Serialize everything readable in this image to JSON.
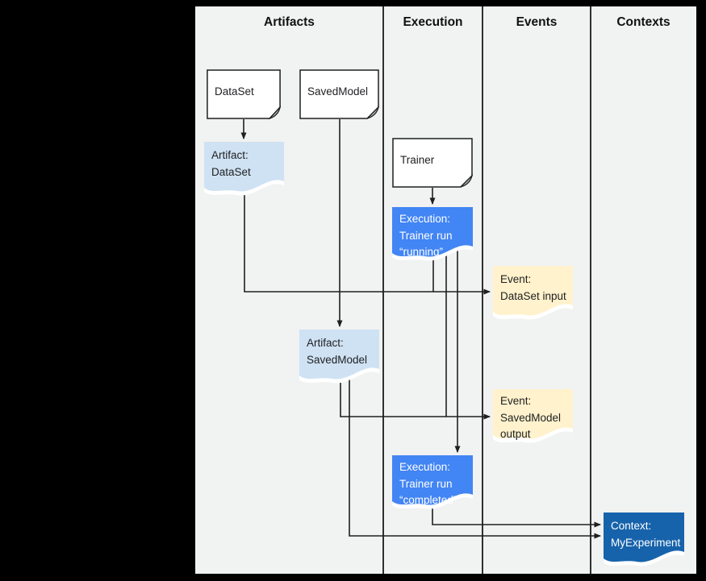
{
  "header": {
    "columns": [
      "Artifacts",
      "Execution",
      "Events",
      "Contexts"
    ]
  },
  "nodes": {
    "dataset": {
      "label": "DataSet",
      "type": "source-document"
    },
    "savedmodel": {
      "label": "SavedModel",
      "type": "source-document"
    },
    "trainer": {
      "label": "Trainer",
      "type": "source-document"
    },
    "artifact_dataset": {
      "lines": [
        "Artifact:",
        "DataSet"
      ],
      "type": "artifact"
    },
    "execution_running": {
      "lines": [
        "Execution:",
        "Trainer run",
        "“running”"
      ],
      "type": "execution"
    },
    "event_dataset_input": {
      "lines": [
        "Event:",
        "DataSet input"
      ],
      "type": "event"
    },
    "artifact_savedmodel": {
      "lines": [
        "Artifact:",
        "SavedModel"
      ],
      "type": "artifact"
    },
    "event_savedmodel_output": {
      "lines": [
        "Event:",
        "SavedModel",
        "output"
      ],
      "type": "event"
    },
    "execution_completed": {
      "lines": [
        "Execution:",
        "Trainer run",
        "“completed”"
      ],
      "type": "execution"
    },
    "context_myexperiment": {
      "lines": [
        "Context:",
        "MyExperiment"
      ],
      "type": "context"
    }
  },
  "edges": [
    {
      "from": "dataset",
      "to": "artifact_dataset"
    },
    {
      "from": "savedmodel",
      "to": "artifact_savedmodel"
    },
    {
      "from": "trainer",
      "to": "execution_running"
    },
    {
      "from": "artifact_dataset",
      "to": "event_dataset_input"
    },
    {
      "from": "execution_running",
      "to": "event_dataset_input"
    },
    {
      "from": "execution_running",
      "to": "event_savedmodel_output"
    },
    {
      "from": "artifact_savedmodel",
      "to": "event_savedmodel_output"
    },
    {
      "from": "execution_running",
      "to": "execution_completed"
    },
    {
      "from": "artifact_savedmodel",
      "to": "context_myexperiment"
    },
    {
      "from": "execution_completed",
      "to": "context_myexperiment"
    }
  ],
  "colors": {
    "canvas": "#f1f2f2",
    "artifact": "#cfe2f3",
    "execution": "#4285f4",
    "event": "#fff2cc",
    "context": "#1763ab",
    "line": "#1f1f1f",
    "page_background": "#000000"
  }
}
